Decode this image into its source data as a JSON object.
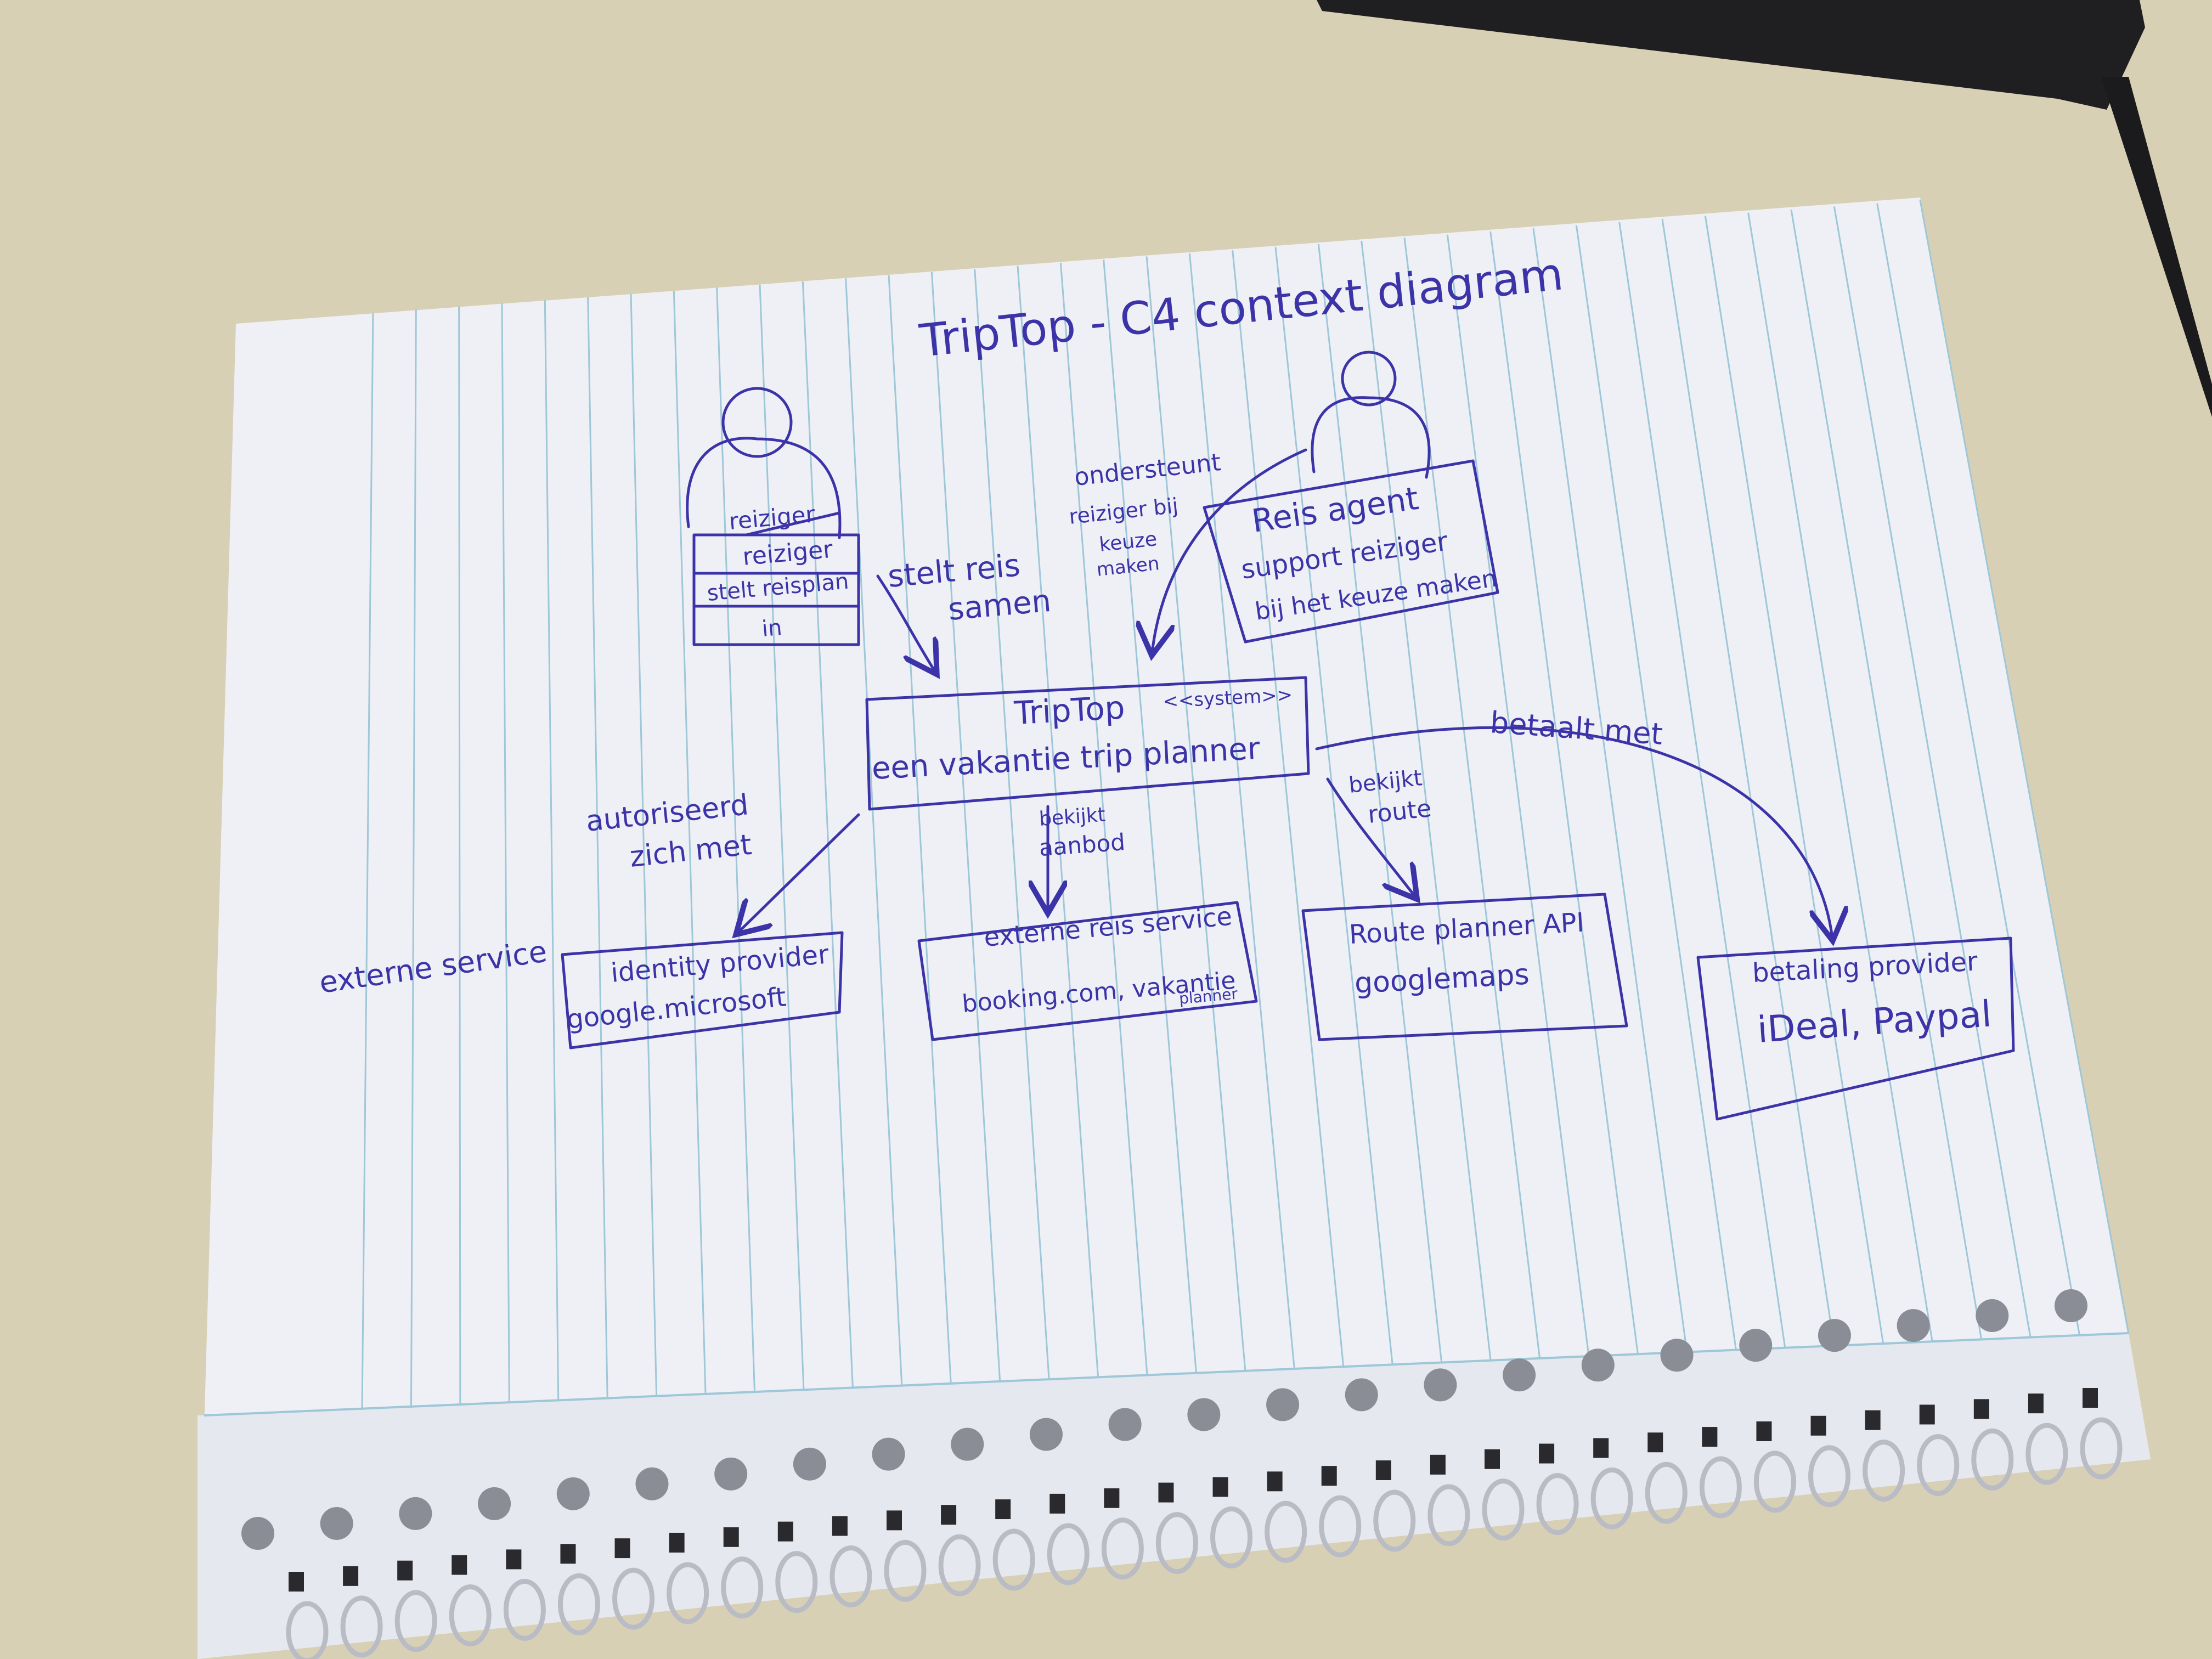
{
  "title": "TripTop - C4 context diagram",
  "colors": {
    "ink": "#3d33a8",
    "paper": "#eef0f6",
    "rule": "#9ec7d8",
    "desk": "#d8d0b4"
  },
  "actors": {
    "traveler": {
      "crossed": "reiziger",
      "name": "reiziger",
      "desc_line1": "stelt reisplan",
      "desc_line2": "in"
    },
    "agent": {
      "name": "Reis agent",
      "desc_line1": "support reiziger",
      "desc_line2": "bij het keuze maken"
    }
  },
  "system": {
    "name": "TripTop",
    "stereotype": "<<system>>",
    "desc": "een vakantie trip planner"
  },
  "externals": {
    "identity": {
      "name": "identity provider",
      "desc": "google.microsoft",
      "tag": "externe service"
    },
    "booking": {
      "name": "externe reis service",
      "desc_line1": "booking.com, vakantie",
      "desc_line2": "planner"
    },
    "route": {
      "name": "Route planner API",
      "desc": "googlemaps"
    },
    "payment": {
      "name": "betaling provider",
      "desc": "iDeal, Paypal"
    }
  },
  "relations": {
    "traveler_system": {
      "line1": "stelt reis",
      "line2": "samen"
    },
    "agent_system": {
      "line1": "ondersteunt",
      "line2": "reiziger bij",
      "line3": "keuze",
      "line4": "maken"
    },
    "system_identity": {
      "line1": "autoriseerd",
      "line2": "zich met"
    },
    "system_booking": {
      "line1": "bekijkt",
      "line2": "aanbod"
    },
    "system_route": {
      "line1": "bekijkt",
      "line2": "route"
    },
    "system_payment": {
      "line1": "betaalt met"
    }
  }
}
